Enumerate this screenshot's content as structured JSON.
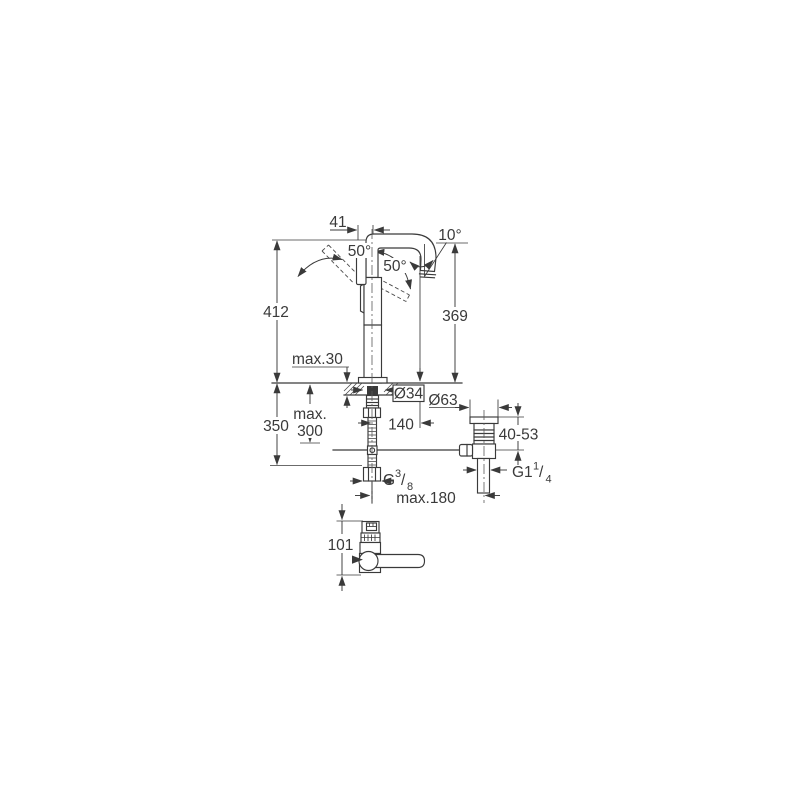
{
  "page": {
    "background": "#ffffff",
    "line_color": "#3a3a3a"
  },
  "drawing": {
    "type": "technical-dimension-drawing",
    "subject": "single-lever high-spout basin mixer with pop-up waste, front view and side view",
    "dimensions": {
      "spout_offset": "41",
      "spout_angle": "10°",
      "lever_swing_left": "50°",
      "lever_swing_right": "50°",
      "total_height": "412",
      "spout_outlet_height": "369",
      "deck_max_thickness": "max.30",
      "mounting_hole_dia": "Ø34",
      "waste_flange_dia": "Ø63",
      "below_deck_height": "350",
      "hose_max_len_line1": "max.",
      "hose_max_len_line2": "300",
      "spout_reach": "140",
      "waste_clamp_range": "40-53",
      "supply_thread": {
        "prefix": "G",
        "sup": "3",
        "slash": "/",
        "sub": "8"
      },
      "waste_thread": {
        "prefix": "G1",
        "sup": "1",
        "slash": "/",
        "sub": "4"
      },
      "rod_max_reach": "max.180",
      "side_view_height": "101"
    }
  }
}
